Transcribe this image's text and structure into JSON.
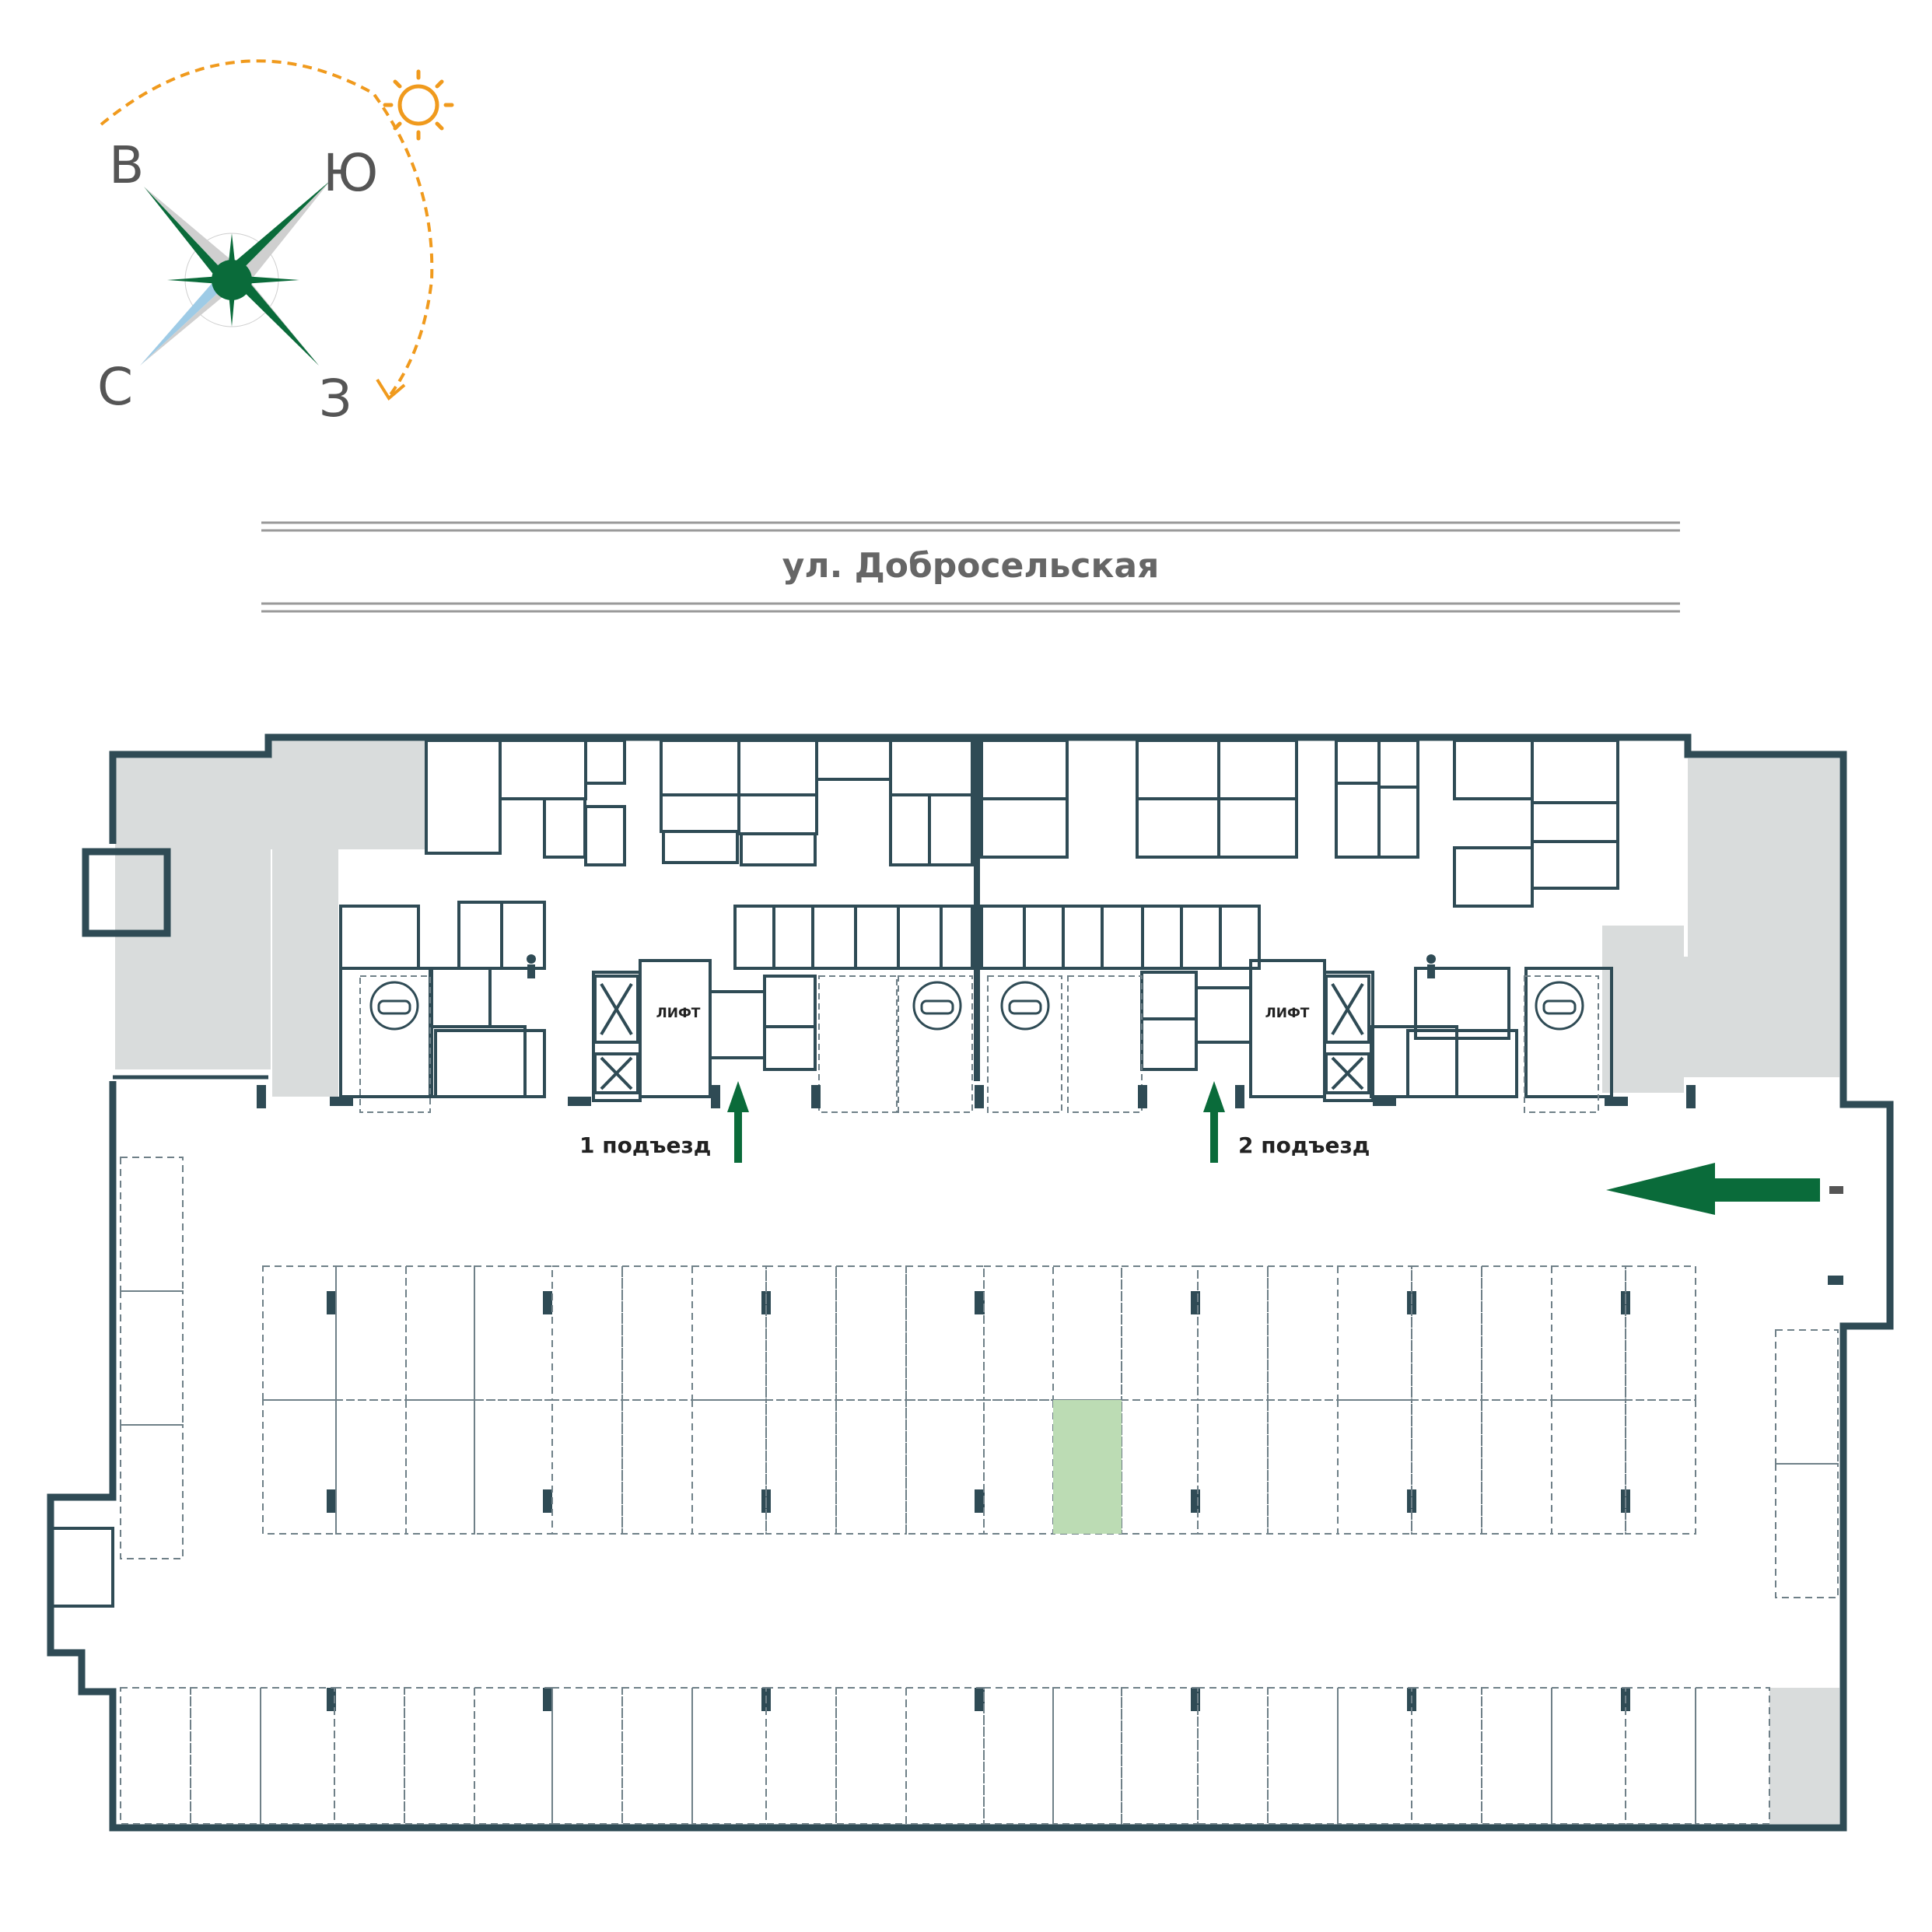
{
  "street": {
    "name": "ул. Добросельская"
  },
  "compass": {
    "east": "В",
    "south": "Ю",
    "north": "С",
    "west": "З"
  },
  "entrances": {
    "first": "1 подъезд",
    "second": "2 подъезд"
  },
  "lifts": {
    "left": "ЛИФТ",
    "right": "ЛИФТ"
  },
  "icons": {
    "sun": "sun-icon",
    "compass": "compass-rose-icon",
    "car_charger": "ev-charger-icon",
    "cleaning": "janitor-icon",
    "entrance_arrow": "entrance-arrow-icon",
    "entry_arrow": "car-entry-arrow-icon"
  },
  "colors": {
    "wall": "#2f4b55",
    "accent_green": "#0a6b3a",
    "highlight_spot": "#bcdcb4",
    "storage_fill": "#d9dcdc",
    "sun": "#f09a1d",
    "text_gray": "#666666",
    "dashed": "#6f8088"
  },
  "parking": {
    "highlighted_spot": {
      "row": "middle-lower",
      "column": 12
    }
  }
}
